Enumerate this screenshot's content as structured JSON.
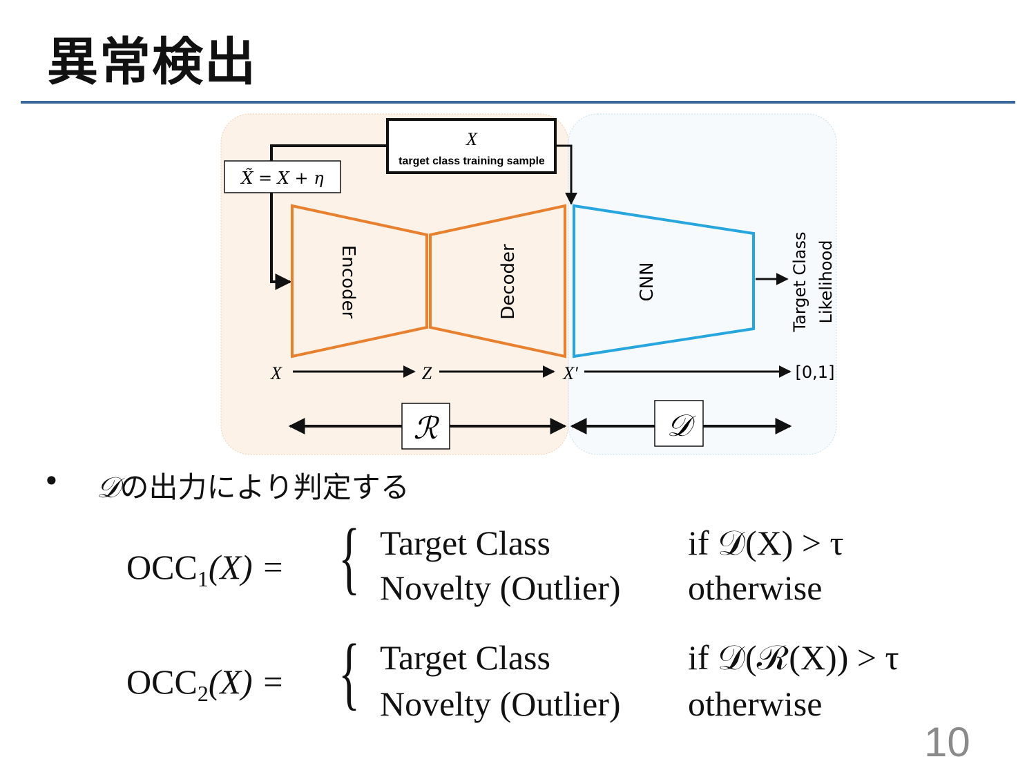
{
  "slide": {
    "title": "異常検出",
    "page_number": "10"
  },
  "diagram": {
    "top_box_var": "X",
    "top_box_caption": "target class training sample",
    "noise_eq": "X̃ = X + η",
    "encoder_label": "Encoder",
    "decoder_label": "Decoder",
    "cnn_label": "CNN",
    "output_label_line1": "Target Class",
    "output_label_line2": "Likelihood",
    "axis_x": "X",
    "axis_z": "Z",
    "axis_xprime": "X′",
    "axis_range": "[0,1]",
    "r_label": "ℛ",
    "d_label": "𝒟",
    "colors": {
      "r_region_bg": "#fdf2e8",
      "d_region_bg": "#f6fafd",
      "encoder_decoder": "#e8812f",
      "cnn": "#27a6dd",
      "rule": "#3a679b"
    }
  },
  "bullet": {
    "symbol": "•",
    "math_prefix": "𝒟",
    "text": "の出力により判定する"
  },
  "equations": [
    {
      "lhs_name": "OCC",
      "lhs_sub": "1",
      "lhs_arg": "(X) =",
      "case1_value": "Target Class",
      "case1_cond": "if 𝒟(X) > τ",
      "case2_value": "Novelty (Outlier)",
      "case2_cond": "otherwise"
    },
    {
      "lhs_name": "OCC",
      "lhs_sub": "2",
      "lhs_arg": "(X) =",
      "case1_value": "Target Class",
      "case1_cond": "if 𝒟(ℛ(X)) > τ",
      "case2_value": "Novelty (Outlier)",
      "case2_cond": "otherwise"
    }
  ]
}
